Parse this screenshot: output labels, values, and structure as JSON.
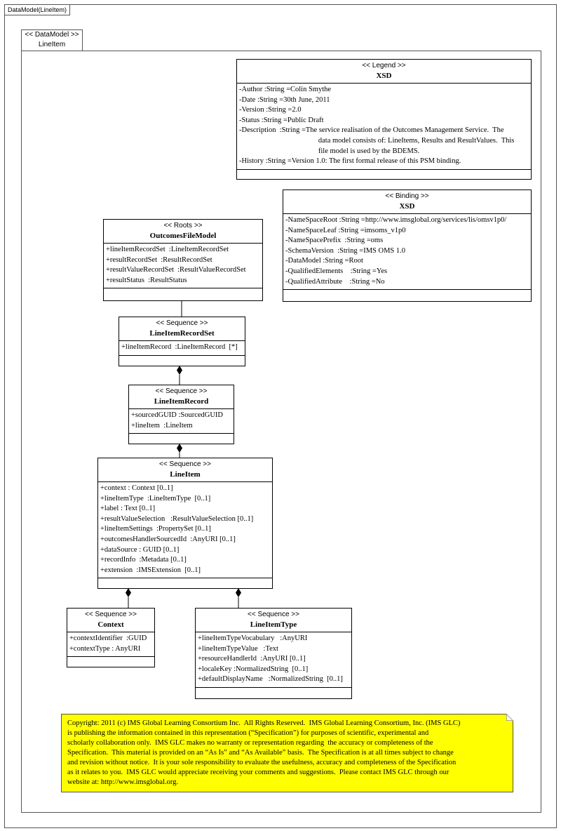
{
  "diagram": {
    "frame_label": "DataModel(LineItem)",
    "package": {
      "stereotype": "<< DataModel >>",
      "name": "LineItem"
    }
  },
  "legend": {
    "stereotype": "<< Legend >>",
    "name": "XSD",
    "attributes": [
      "-Author :String =Colin Smythe",
      "-Date :String =30th June, 2011",
      "-Version :String =2.0",
      "-Status :String =Public Draft",
      "-Description  :String =The service realisation of the Outcomes Management Service.  The",
      "                                           data model consists of: LineItems, Results and ResultValues.  This",
      "                                           file model is used by the BDEMS.",
      "-History :String =Version 1.0: The first formal release of this PSM binding."
    ]
  },
  "binding": {
    "stereotype": "<< Binding  >>",
    "name": "XSD",
    "attributes": [
      "-NameSpaceRoot :String =http://www.imsglobal.org/services/lis/omsv1p0/",
      "-NameSpaceLeaf :String =imsoms_v1p0",
      "-NameSpacePrefix  :String =oms",
      "-SchemaVersion  :String =IMS OMS 1.0",
      "-DataModel :String =Root",
      "-QualifiedElements    :String =Yes",
      "-QualifiedAttribute    :String =No"
    ]
  },
  "outcomes_file_model": {
    "stereotype": "<< Roots >>",
    "name": "OutcomesFileModel",
    "attributes": [
      "+lineItemRecordSet  :LineItemRecordSet",
      "+resultRecordSet  :ResultRecordSet",
      "+resultValueRecordSet  :ResultValueRecordSet",
      "+resultStatus  :ResultStatus"
    ]
  },
  "line_item_record_set": {
    "stereotype": "<< Sequence >>",
    "name": "LineItemRecordSet",
    "attributes": [
      "+lineItemRecord  :LineItemRecord  [*]"
    ]
  },
  "line_item_record": {
    "stereotype": "<< Sequence >>",
    "name": "LineItemRecord",
    "attributes": [
      "+sourcedGUID :SourcedGUID",
      "+lineItem  :LineItem"
    ]
  },
  "line_item": {
    "stereotype": "<< Sequence  >>",
    "name": "LineItem",
    "attributes": [
      "+context : Context [0..1]",
      "+lineItemType  :LineItemType  [0..1]",
      "+label : Text [0..1]",
      "+resultValueSelection   :ResultValueSelection [0..1]",
      "+lineItemSettings  :PropertySet [0..1]",
      "+outcomesHandlerSourcedId  :AnyURI [0..1]",
      "+dataSource : GUID [0..1]",
      "+recordInfo  :Metadata [0..1]",
      "+extension  :IMSExtension  [0..1]"
    ]
  },
  "context": {
    "stereotype": "<< Sequence >>",
    "name": "Context",
    "attributes": [
      "+contextIdentifier  :GUID",
      "+contextType : AnyURI"
    ]
  },
  "line_item_type": {
    "stereotype": "<< Sequence >>",
    "name": "LineItemType",
    "attributes": [
      "+lineItemTypeVocabulary   :AnyURI",
      "+lineItemTypeValue   :Text",
      "+resourceHandlerId  :AnyURI [0..1]",
      "+localeKey :NormalizedString  [0..1]",
      "+defaultDisplayName   :NormalizedString  [0..1]"
    ]
  },
  "copyright_note": {
    "lines": [
      "Copyright: 2011 (c) IMS Global Learning Consortium Inc.  All Rights Reserved.  IMS Global Learning Consortium, Inc. (IMS GLC)",
      "is publishing the information contained in this representation (“Specification”) for purposes of scientific, experimental and",
      "scholarly collaboration only.  IMS GLC makes no warranty or representation regarding  the accuracy or completeness of the",
      "Specification.  This material is provided on an “As Is” and “As Available” basis.  The Specification is at all times subject to change",
      "and revision without notice.  It is your sole responsibility to evaluate the usefulness, accuracy and completeness of the Specification",
      "as it relates to you.  IMS GLC would appreciate receiving your comments and suggestions.  Please contact IMS GLC through our",
      "website at: http://www.imsglobal.org."
    ]
  }
}
